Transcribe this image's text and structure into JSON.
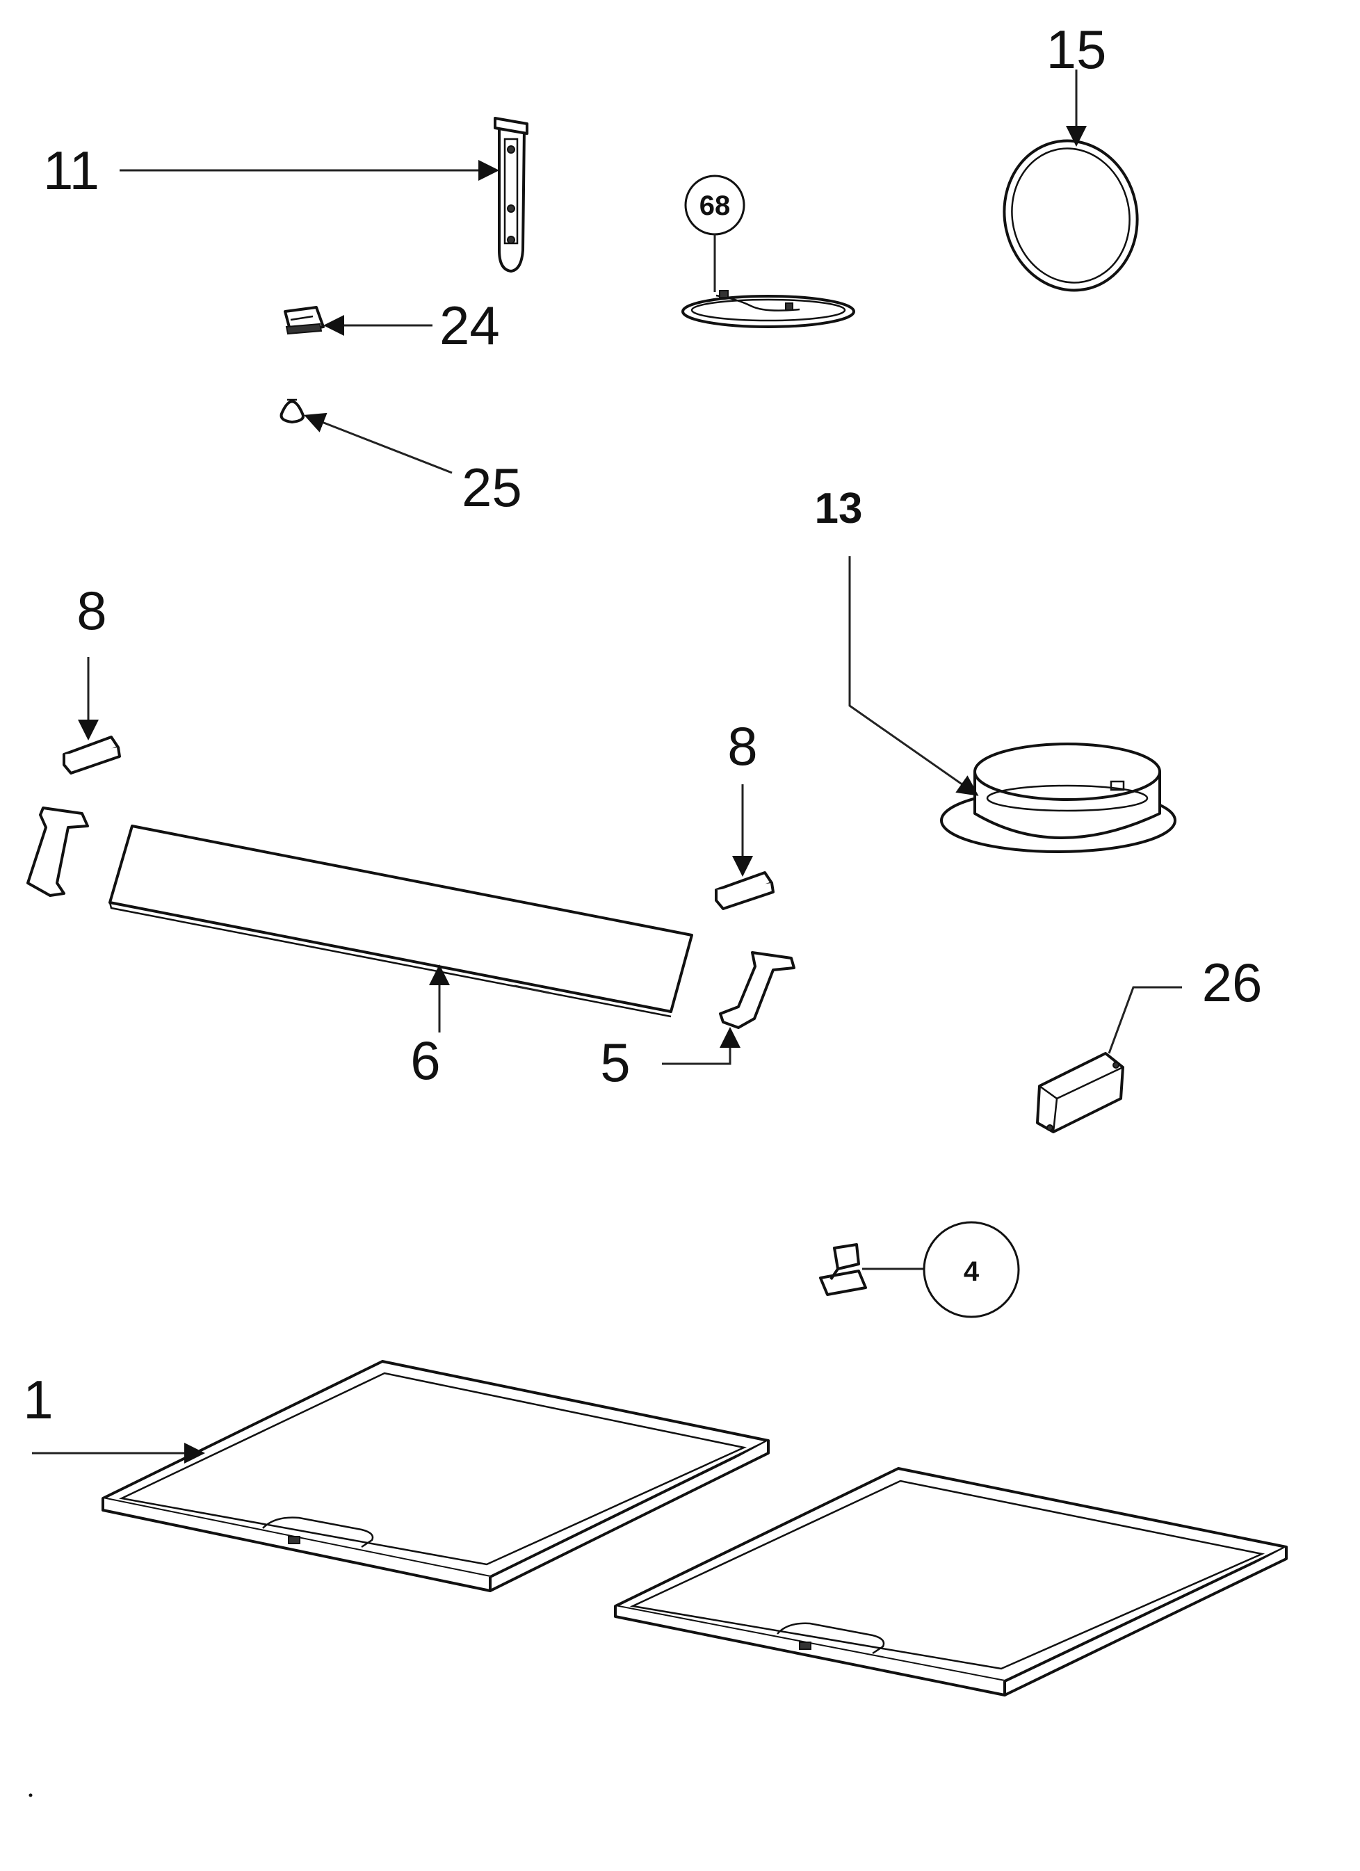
{
  "diagram": {
    "labels": {
      "p1": "1",
      "p4": "4",
      "p5": "5",
      "p6": "6",
      "p8a": "8",
      "p8b": "8",
      "p11": "11",
      "p13": "13",
      "p15": "15",
      "p24": "24",
      "p25": "25",
      "p26": "26",
      "p68": "68"
    },
    "colors": {
      "line": "#111111",
      "background": "#ffffff"
    }
  }
}
